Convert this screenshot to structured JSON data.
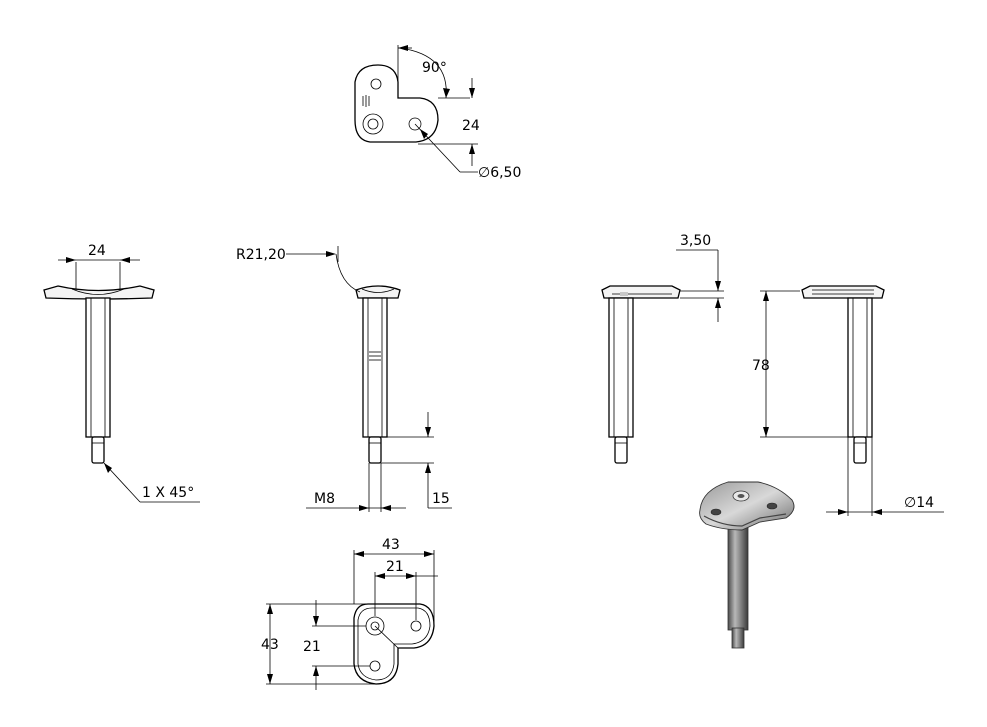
{
  "drawing": {
    "title": "",
    "dimensions": {
      "top_angle": "90°",
      "top_height": "24",
      "hole_diameter": "∅6,50",
      "front_width": "24",
      "chamfer": "1 X 45°",
      "saddle_radius": "R21,20",
      "thread": "M8",
      "thread_length": "15",
      "plate_thickness": "3,50",
      "post_height": "78",
      "post_diameter": "∅14",
      "bottom_width_overall": "43",
      "bottom_width_offset": "21",
      "bottom_height_overall": "43",
      "bottom_height_offset": "21"
    }
  }
}
